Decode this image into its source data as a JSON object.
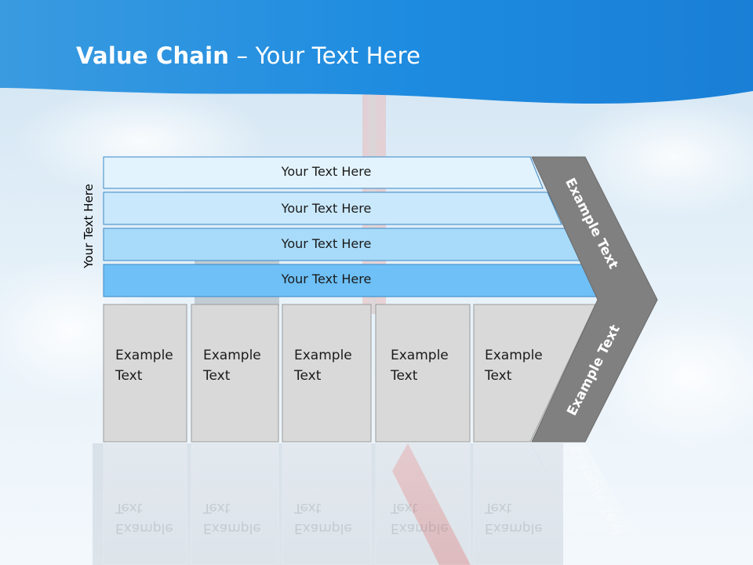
{
  "title": {
    "bold": "Value Chain",
    "rest": "– Your Text Here"
  },
  "side_label": "Your Text Here",
  "bars": [
    "Your Text Here",
    "Your Text Here",
    "Your Text Here",
    "Your Text Here"
  ],
  "boxes": [
    {
      "line1": "Example",
      "line2": "Text"
    },
    {
      "line1": "Example",
      "line2": "Text"
    },
    {
      "line1": "Example",
      "line2": "Text"
    },
    {
      "line1": "Example",
      "line2": "Text"
    },
    {
      "line1": "Example",
      "line2": "Text"
    }
  ],
  "chevron": {
    "upper": "Example Text",
    "lower": "Example Text"
  },
  "colors": {
    "header": "#1e8fdc",
    "bar1": "#e3f3fd",
    "bar2": "#c9e8fb",
    "bar3": "#a8dbf9",
    "bar4": "#6ec0f6",
    "box": "#d9d9d9",
    "chevron": "#808080"
  }
}
